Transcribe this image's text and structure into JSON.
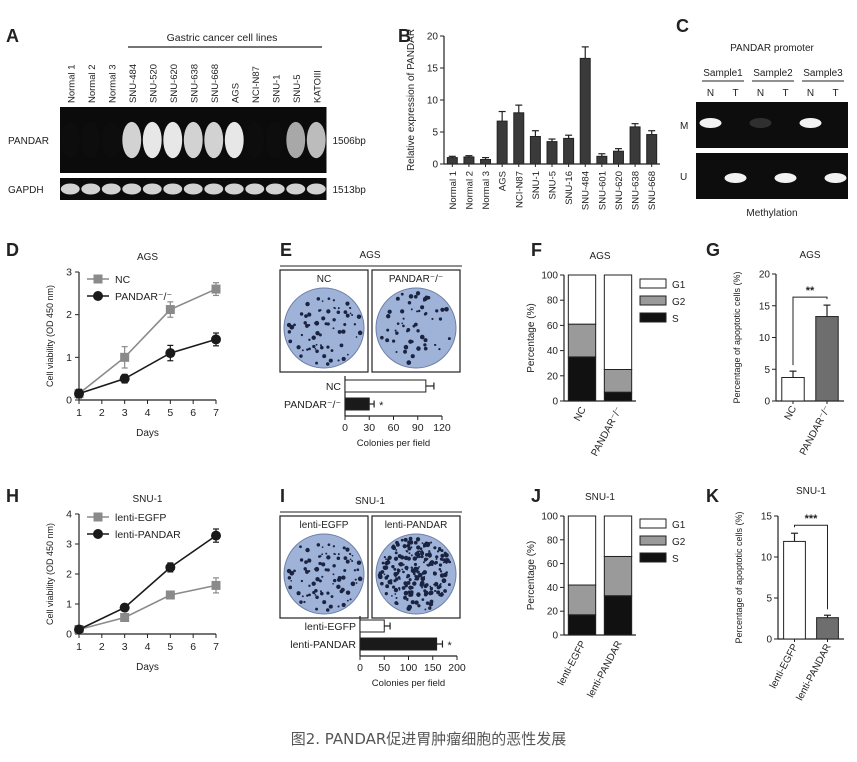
{
  "caption": "图2. PANDAR促进胃肿瘤细胞的恶性发展",
  "colors": {
    "dark": "#1a1a1a",
    "mid": "#7a7a7a",
    "light": "#ffffff",
    "bar": "#3a3a3a",
    "dish": "#9fb3d9"
  },
  "panels": {
    "A": {
      "letter": "A",
      "group_label": "Gastric cancer cell lines",
      "lanes": [
        "Normal 1",
        "Normal 2",
        "Normal 3",
        "SNU-484",
        "SNU-520",
        "SNU-620",
        "SNU-638",
        "SNU-668",
        "AGS",
        "NCI-N87",
        "SNU-1",
        "SNU-5",
        "KATOIII"
      ],
      "rows": [
        {
          "label": "PANDAR",
          "size": "1506bp",
          "intensity": [
            0.05,
            0.07,
            0.05,
            0.9,
            0.95,
            0.95,
            0.9,
            0.9,
            0.95,
            0.1,
            0.05,
            0.8,
            0.85
          ]
        },
        {
          "label": "GAPDH",
          "size": "1513bp",
          "intensity": [
            0.9,
            0.9,
            0.9,
            0.9,
            0.9,
            0.9,
            0.9,
            0.9,
            0.9,
            0.9,
            0.9,
            0.9,
            0.9
          ]
        }
      ]
    },
    "B": {
      "letter": "B",
      "chart_data": {
        "type": "bar",
        "ylabel": "Relative expression of PANDAR",
        "ylim": [
          0,
          20
        ],
        "yticks": [
          0,
          5,
          10,
          15,
          20
        ],
        "categories": [
          "Normal 1",
          "Normal 2",
          "Normal 3",
          "AGS",
          "NCI-N87",
          "SNU-1",
          "SNU-5",
          "SNU-16",
          "SNU-484",
          "SNU-601",
          "SNU-620",
          "SNU-638",
          "SNU-668"
        ],
        "values": [
          1.0,
          1.1,
          0.7,
          6.7,
          8.0,
          4.3,
          3.5,
          4.0,
          16.5,
          1.2,
          2.0,
          5.8,
          4.6
        ],
        "errors": [
          0.2,
          0.2,
          0.3,
          1.5,
          1.2,
          0.9,
          0.4,
          0.5,
          1.8,
          0.4,
          0.4,
          0.5,
          0.6
        ]
      }
    },
    "C": {
      "letter": "C",
      "title": "PANDAR promoter",
      "samples": [
        "Sample1",
        "Sample2",
        "Sample3"
      ],
      "lane_labels": [
        "N",
        "T",
        "N",
        "T",
        "N",
        "T"
      ],
      "rows": [
        {
          "label": "M",
          "bands": [
            1,
            0,
            0.15,
            0,
            1,
            0
          ]
        },
        {
          "label": "U",
          "bands": [
            0,
            1,
            0,
            1,
            0,
            1
          ]
        }
      ],
      "xlabel": "Methylation"
    },
    "D": {
      "letter": "D",
      "chart_data": {
        "type": "line",
        "title": "AGS",
        "xlabel": "Days",
        "ylabel": "Cell viability (OD 450 nm)",
        "xlim": [
          1,
          7
        ],
        "ylim": [
          0,
          3
        ],
        "xticks": [
          1,
          2,
          3,
          4,
          5,
          6,
          7
        ],
        "yticks": [
          0,
          1,
          2,
          3
        ],
        "x": [
          1,
          3,
          5,
          7
        ],
        "series": [
          {
            "name": "NC",
            "values": [
              0.15,
              1.0,
              2.12,
              2.6
            ],
            "errors": [
              0.1,
              0.25,
              0.18,
              0.15
            ],
            "marker": "square",
            "color": "#8a8a8a"
          },
          {
            "name": "PANDAR⁻/⁻",
            "values": [
              0.15,
              0.5,
              1.1,
              1.42
            ],
            "errors": [
              0.1,
              0.1,
              0.18,
              0.15
            ],
            "marker": "circle",
            "color": "#1a1a1a"
          }
        ]
      }
    },
    "E": {
      "letter": "E",
      "title": "AGS",
      "dish_labels": [
        "NC",
        "PANDAR⁻/⁻"
      ],
      "chart_data": {
        "type": "bar",
        "orientation": "horizontal",
        "xlabel": "Colonies per field",
        "xlim": [
          0,
          120
        ],
        "xticks": [
          0,
          30,
          60,
          90,
          120
        ],
        "categories": [
          "NC",
          "PANDAR⁻/⁻"
        ],
        "values": [
          100,
          30
        ],
        "errors": [
          10,
          6
        ],
        "fills": [
          "#ffffff",
          "#1a1a1a"
        ],
        "significance": [
          "",
          "*"
        ]
      }
    },
    "F": {
      "letter": "F",
      "chart_data": {
        "type": "bar",
        "stacked": true,
        "title": "AGS",
        "ylabel": "Percentage (%)",
        "ylim": [
          0,
          100
        ],
        "yticks": [
          0,
          20,
          40,
          60,
          80,
          100
        ],
        "categories": [
          "NC",
          "PANDAR⁻/⁻"
        ],
        "series": [
          {
            "name": "S",
            "values": [
              35,
              7
            ],
            "color": "#111111"
          },
          {
            "name": "G2",
            "values": [
              26,
              18
            ],
            "color": "#9a9a9a"
          },
          {
            "name": "G1",
            "values": [
              39,
              75
            ],
            "color": "#ffffff"
          }
        ],
        "legend_order": [
          "G1",
          "G2",
          "S"
        ]
      }
    },
    "G": {
      "letter": "G",
      "chart_data": {
        "type": "bar",
        "title": "AGS",
        "ylabel": "Percentage of apoptotic cells (%)",
        "ylim": [
          0,
          20
        ],
        "yticks": [
          0,
          5,
          10,
          15,
          20
        ],
        "categories": [
          "NC",
          "PANDAR⁻/⁻"
        ],
        "values": [
          3.7,
          13.3
        ],
        "errors": [
          1.0,
          1.8
        ],
        "fills": [
          "#ffffff",
          "#6e6e6e"
        ],
        "significance": "**"
      }
    },
    "H": {
      "letter": "H",
      "chart_data": {
        "type": "line",
        "title": "SNU-1",
        "xlabel": "Days",
        "ylabel": "Cell viability (OD 450 nm)",
        "xlim": [
          1,
          7
        ],
        "ylim": [
          0,
          4
        ],
        "xticks": [
          1,
          2,
          3,
          4,
          5,
          6,
          7
        ],
        "yticks": [
          0,
          1,
          2,
          3,
          4
        ],
        "x": [
          1,
          3,
          5,
          7
        ],
        "series": [
          {
            "name": "lenti-EGFP",
            "values": [
              0.15,
              0.55,
              1.3,
              1.62
            ],
            "errors": [
              0.05,
              0.06,
              0.08,
              0.25
            ],
            "marker": "square",
            "color": "#8a8a8a"
          },
          {
            "name": "lenti-PANDAR",
            "values": [
              0.15,
              0.88,
              2.22,
              3.28
            ],
            "errors": [
              0.05,
              0.06,
              0.15,
              0.22
            ],
            "marker": "circle",
            "color": "#1a1a1a"
          }
        ]
      }
    },
    "I": {
      "letter": "I",
      "title": "SNU-1",
      "dish_labels": [
        "lenti-EGFP",
        "lenti-PANDAR"
      ],
      "chart_data": {
        "type": "bar",
        "orientation": "horizontal",
        "xlabel": "Colonies per field",
        "xlim": [
          0,
          200
        ],
        "xticks": [
          0,
          50,
          100,
          150,
          200
        ],
        "categories": [
          "lenti-EGFP",
          "lenti-PANDAR"
        ],
        "values": [
          50,
          158
        ],
        "errors": [
          12,
          12
        ],
        "fills": [
          "#ffffff",
          "#1a1a1a"
        ],
        "significance": [
          "",
          "*"
        ]
      }
    },
    "J": {
      "letter": "J",
      "chart_data": {
        "type": "bar",
        "stacked": true,
        "title": "SNU-1",
        "ylabel": "Percentage (%)",
        "ylim": [
          0,
          100
        ],
        "yticks": [
          0,
          20,
          40,
          60,
          80,
          100
        ],
        "categories": [
          "lenti-EGFP",
          "lenti-PANDAR"
        ],
        "series": [
          {
            "name": "S",
            "values": [
              17,
              33
            ],
            "color": "#111111"
          },
          {
            "name": "G2",
            "values": [
              25,
              33
            ],
            "color": "#9a9a9a"
          },
          {
            "name": "G1",
            "values": [
              58,
              34
            ],
            "color": "#ffffff"
          }
        ],
        "legend_order": [
          "G1",
          "G2",
          "S"
        ]
      }
    },
    "K": {
      "letter": "K",
      "chart_data": {
        "type": "bar",
        "title": "SNU-1",
        "ylabel": "Percentage of apoptotic cells (%)",
        "ylim": [
          0,
          15
        ],
        "yticks": [
          0,
          5,
          10,
          15
        ],
        "categories": [
          "lenti-EGFP",
          "lenti-PANDAR"
        ],
        "values": [
          11.9,
          2.6
        ],
        "errors": [
          1.0,
          0.3
        ],
        "fills": [
          "#ffffff",
          "#6e6e6e"
        ],
        "significance": "***"
      }
    }
  }
}
